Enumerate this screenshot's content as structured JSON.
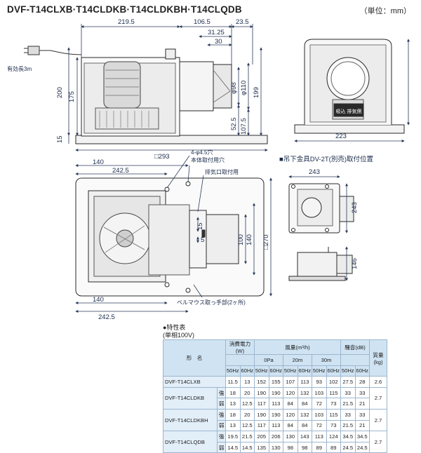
{
  "title": "DVF-T14CLXB·T14CLDKB·T14CLDKBH·T14CLQDB",
  "unit": "（単位：mm）",
  "top_view": {
    "dims": {
      "w1": "219.5",
      "w2": "106.5",
      "w3": "23.5",
      "w4": "31.25",
      "w5": "30",
      "h_total": "200",
      "h_inner": "175",
      "d_small": "52.5",
      "d_mid": "107.5",
      "phi1": "φ98",
      "phi2": "φ110",
      "flange": "15",
      "square": "□293",
      "cord": "有効長3m"
    }
  },
  "side_view": {
    "dims": {
      "height": "199",
      "width": "223"
    },
    "sticker": "吸込\n排気側"
  },
  "bottom_view": {
    "dims": {
      "w1": "242.5",
      "w2": "140",
      "w3": "140",
      "w4": "242.5",
      "v1": "100",
      "v2": "140",
      "v3": "15",
      "v4": "5",
      "square": "□270"
    },
    "callouts": {
      "holes_1": "4-φ4.5穴",
      "holes_2": "本体取付用穴",
      "duct": "排気口取付用",
      "bellmouth": "ベルマウス取っ手部(2ヶ所)"
    }
  },
  "hanger": {
    "label": "■吊下金具DV-2T(別売)取付位置",
    "dims": {
      "w": "243",
      "h1": "243",
      "h2": "146"
    }
  },
  "spec": {
    "caption_1": "●特性表",
    "caption_2": "(単相100V)",
    "header": {
      "model": "形　名",
      "power": "消費電力\n(W)",
      "airflow": "風量(m³/h)",
      "noise": "騒音(dB)",
      "mass": "質量\n(kg)",
      "p0": "0Pa",
      "p20": "20m",
      "p30": "30m",
      "hz50": "50Hz",
      "hz60": "60Hz"
    },
    "rows": [
      {
        "model": "DVF-T14CLXB",
        "mode": "",
        "vals": [
          "11.5",
          "13",
          "152",
          "155",
          "107",
          "113",
          "93",
          "102",
          "27.5",
          "28"
        ],
        "mass": "2.6"
      },
      {
        "model": "DVF-T14CLDKB",
        "mode": "強",
        "vals": [
          "18",
          "20",
          "190",
          "190",
          "120",
          "132",
          "103",
          "115",
          "33",
          "33"
        ],
        "mass": "2.7"
      },
      {
        "model": "",
        "mode": "弱",
        "vals": [
          "13",
          "12.5",
          "117",
          "113",
          "84",
          "84",
          "72",
          "73",
          "21.5",
          "21"
        ],
        "mass": ""
      },
      {
        "model": "DVF-T14CLDKBH",
        "mode": "強",
        "vals": [
          "18",
          "20",
          "190",
          "190",
          "120",
          "132",
          "103",
          "115",
          "33",
          "33"
        ],
        "mass": "2.7"
      },
      {
        "model": "",
        "mode": "弱",
        "vals": [
          "13",
          "12.5",
          "117",
          "113",
          "84",
          "84",
          "72",
          "73",
          "21.5",
          "21"
        ],
        "mass": ""
      },
      {
        "model": "DVF-T14CLQDB",
        "mode": "強",
        "vals": [
          "19.5",
          "21.5",
          "205",
          "206",
          "130",
          "143",
          "113",
          "124",
          "34.5",
          "34.5"
        ],
        "mass": "2.7"
      },
      {
        "model": "",
        "mode": "弱",
        "vals": [
          "14.5",
          "14.5",
          "135",
          "130",
          "98",
          "98",
          "89",
          "89",
          "24.5",
          "24.5"
        ],
        "mass": ""
      }
    ]
  }
}
